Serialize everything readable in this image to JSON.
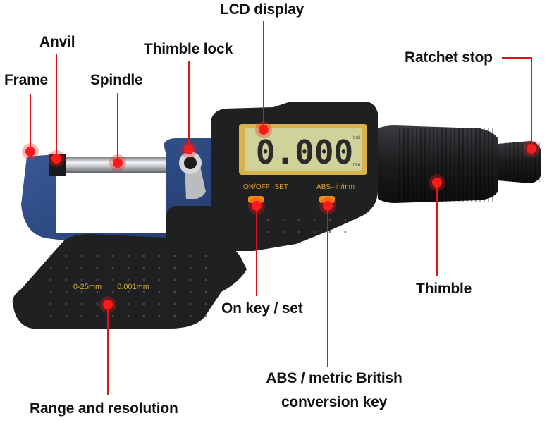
{
  "labels": {
    "lcd_display": "LCD display",
    "anvil": "Anvil",
    "thimble_lock": "Thimble lock",
    "ratchet_stop": "Ratchet stop",
    "frame": "Frame",
    "spindle": "Spindle",
    "thimble": "Thimble",
    "on_key_set": "On key / set",
    "abs_key_line1": "ABS / metric British",
    "abs_key_line2": "conversion key",
    "range_resolution": "Range and resolution"
  },
  "device": {
    "lcd_reading": "0.000",
    "lcd_unit_top": "INC",
    "lcd_unit_bottom": "mm",
    "button_left_label": "ON/OFF··SET",
    "button_right_label": "ABS··in/mm",
    "range_text": "0-25mm",
    "resolution_text": "0.001mm"
  },
  "colors": {
    "marker": "#ff1a1a",
    "leader": "#d9161c",
    "frame_blue": "#2c4a86",
    "body_black": "#1f2022",
    "lcd_bezel": "#d8b24a",
    "lcd_screen": "#cfd39a",
    "button": "#f08a1a"
  }
}
